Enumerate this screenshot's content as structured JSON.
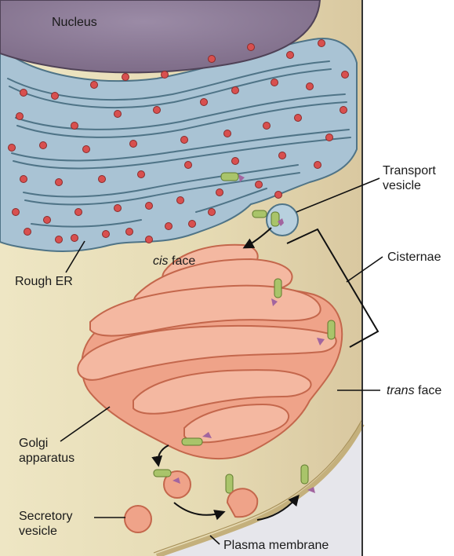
{
  "labels": {
    "nucleus": "Nucleus",
    "rough_er": "Rough ER",
    "cis_italic": "cis",
    "cis_rest": " face",
    "transport_line1": "Transport",
    "transport_line2": "vesicle",
    "cisternae": "Cisternae",
    "trans_italic": "trans",
    "trans_rest": " face",
    "golgi_line1": "Golgi",
    "golgi_line2": "apparatus",
    "secretory_line1": "Secretory",
    "secretory_line2": "vesicle",
    "plasma_membrane": "Plasma membrane"
  },
  "colors": {
    "cytoplasm": "#ece3bf",
    "cytoplasm_right": "#e2d3a8",
    "nucleus": "#8e7c98",
    "er_fill": "#a9c3d4",
    "er_stroke": "#4f7487",
    "ribosome": "#d8504f",
    "golgi_fill": "#efa389",
    "golgi_stroke": "#c4674c",
    "vesicle_protein": "#a9c46a",
    "sugar_tag": "#a2659f",
    "extracellular": "#e8e8ec"
  }
}
